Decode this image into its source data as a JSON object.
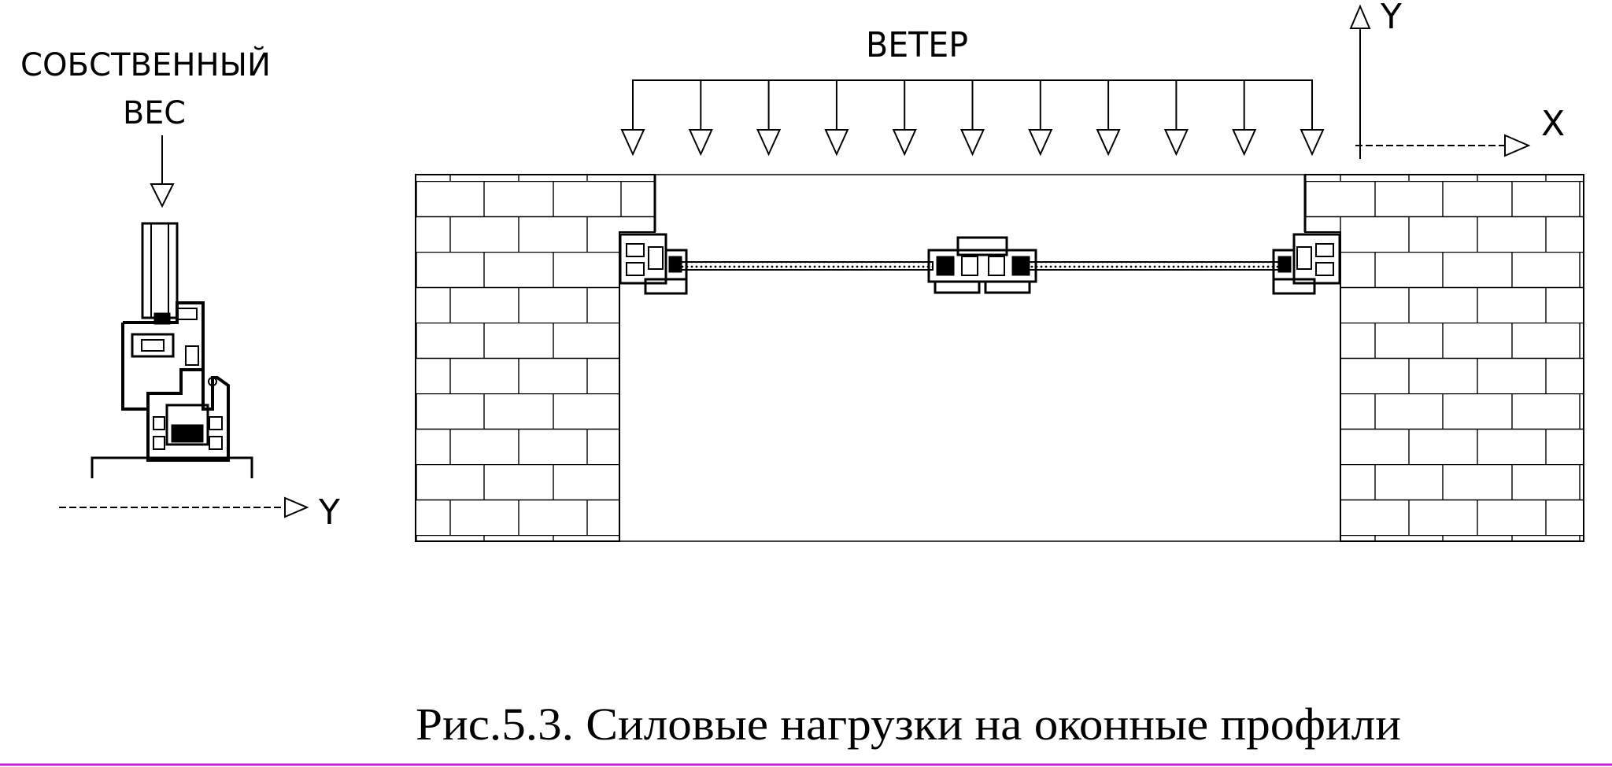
{
  "labels": {
    "own_weight_line1": "СОБСТВЕННЫЙ",
    "own_weight_line2": "ВЕС",
    "wind": "ВЕТЕР",
    "axis_y_left": "Y",
    "axis_y_right": "Y",
    "axis_x_right": "X"
  },
  "caption": "Рис.5.3. Силовые нагрузки на оконные профили",
  "colors": {
    "line": "#000000",
    "border": "#c026d3"
  }
}
